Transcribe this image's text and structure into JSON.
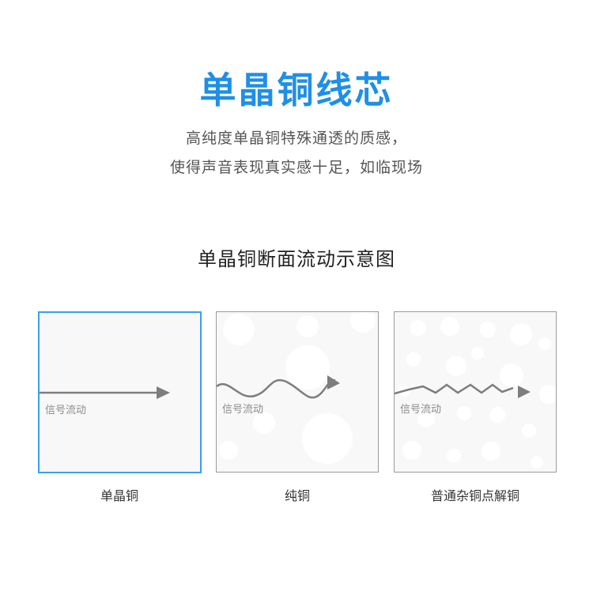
{
  "header": {
    "title": "单晶铜线芯",
    "subtitle_line1": "高纯度单晶铜特殊通透的质感，",
    "subtitle_line2": "使得声音表现真实感十足，如临现场"
  },
  "section": {
    "title": "单晶铜断面流动示意图"
  },
  "panels": [
    {
      "flow_label": "信号流动",
      "caption": "单晶铜"
    },
    {
      "flow_label": "信号流动",
      "caption": "纯铜"
    },
    {
      "flow_label": "信号流动",
      "caption": "普通杂铜点解铜"
    }
  ],
  "colors": {
    "accent": "#1f8fe6",
    "active_border": "#3aa0e8",
    "arrow": "#7d7d7d"
  }
}
